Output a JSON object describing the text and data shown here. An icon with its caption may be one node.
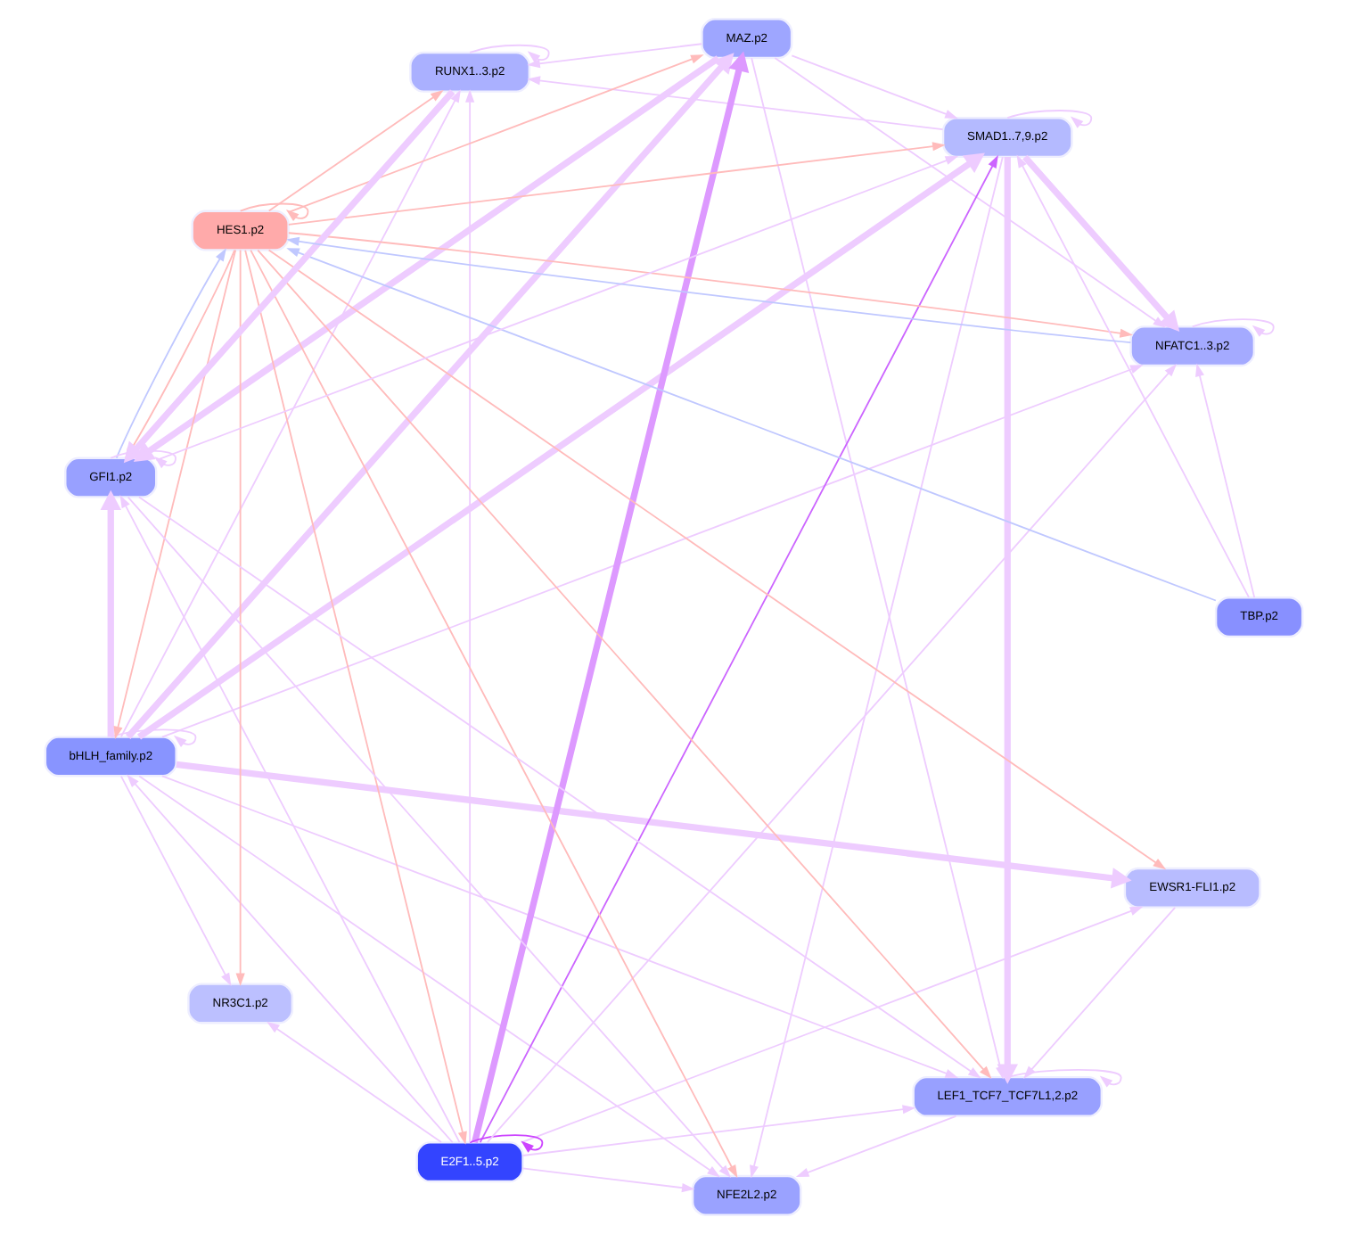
{
  "diagram": {
    "nodes": [
      {
        "text": [
          "bHLH_family.p2"
        ]
      },
      {
        "text": [
          "EWSR1-FLI1.p2"
        ]
      },
      {
        "text": [
          "MAZ.p2"
        ]
      },
      {
        "text": [
          "SMAD1..7,9.p2"
        ]
      },
      {
        "text": [
          "NR3C1.p2"
        ]
      },
      {
        "text": [
          "E2F1..5.p2"
        ]
      },
      {
        "text": [
          "HES1.p2"
        ]
      },
      {
        "text": [
          "NFE2L2.p2"
        ]
      },
      {
        "text": [
          "TBP.p2"
        ]
      },
      {
        "text": [
          "RUNX1..3.p2"
        ]
      },
      {
        "text": [
          "GFI1.p2"
        ]
      },
      {
        "text": [
          "LEF1_TCF7_TCF7L1,2.p2"
        ]
      },
      {
        "text": [
          "NFATC1..3.p2"
        ]
      }
    ],
    "edges": [
      {
        "from": 6,
        "to": 4,
        "arrow": "to",
        "color": "#ffbbbb"
      },
      {
        "from": 6,
        "to": 2,
        "arrow": "to",
        "color": "#ffbbbb"
      },
      {
        "from": 6,
        "to": 0,
        "arrow": "to",
        "color": "#ffbbbb"
      },
      {
        "from": 6,
        "to": 1,
        "arrow": "to",
        "color": "#ffbbbb"
      },
      {
        "from": 6,
        "to": 3,
        "arrow": "to",
        "color": "#ffbbbb"
      },
      {
        "from": 6,
        "to": 5,
        "arrow": "to",
        "color": "#ffbbbb"
      },
      {
        "from": 6,
        "to": 7,
        "arrow": "to",
        "color": "#ffbbbb"
      },
      {
        "from": 6,
        "to": 9,
        "arrow": "to",
        "color": "#ffbbbb"
      },
      {
        "from": 6,
        "to": 11,
        "arrow": "to",
        "color": "#ffbbbb"
      },
      {
        "from": 6,
        "to": 10,
        "arrow": "to",
        "color": "#ffbbbb"
      },
      {
        "from": 6,
        "to": 12,
        "arrow": "to",
        "color": "#ffbbbb"
      },
      {
        "from": 6,
        "to": 6,
        "arrow": "to",
        "color": "#ffbbbb"
      },
      {
        "from": 8,
        "to": 6,
        "arrow": "to",
        "color": "#c0c8ff"
      },
      {
        "from": 12,
        "to": 6,
        "arrow": "to",
        "color": "#c0c8ff"
      },
      {
        "from": 10,
        "to": 6,
        "arrow": "to",
        "color": "#c0c8ff"
      },
      {
        "from": 5,
        "to": 3,
        "arrow": "to",
        "color": "#cc66ff"
      },
      {
        "from": 5,
        "to": 5,
        "arrow": "to",
        "color": "#cc44ff"
      },
      {
        "from": 5,
        "to": 2,
        "arrow": "to",
        "style": "thick",
        "color": "#dd99ff"
      },
      {
        "from": 0,
        "to": 0,
        "arrow": "to"
      },
      {
        "from": 3,
        "to": 3,
        "arrow": "to"
      },
      {
        "from": 9,
        "to": 9,
        "arrow": "to"
      },
      {
        "from": 10,
        "to": 10,
        "arrow": "to"
      },
      {
        "from": 11,
        "to": 11,
        "arrow": "to"
      },
      {
        "from": 12,
        "to": 12,
        "arrow": "to"
      },
      {
        "from": 0,
        "to": 1,
        "arrow": "to",
        "style": "thick"
      },
      {
        "from": 0,
        "to": 2,
        "arrow": "to",
        "style": "thick"
      },
      {
        "from": 0,
        "to": 3,
        "arrow": "to",
        "style": "thick"
      },
      {
        "from": 0,
        "to": 4,
        "arrow": "to"
      },
      {
        "from": 0,
        "to": 7,
        "arrow": "to"
      },
      {
        "from": 0,
        "to": 9,
        "arrow": "to"
      },
      {
        "from": 0,
        "to": 11,
        "arrow": "to"
      },
      {
        "from": 0,
        "to": 12,
        "arrow": "to"
      },
      {
        "from": 0,
        "to": 10,
        "arrow": "to",
        "style": "thick"
      },
      {
        "from": 5,
        "to": 0,
        "arrow": "to"
      },
      {
        "from": 2,
        "to": 3,
        "arrow": "to"
      },
      {
        "from": 2,
        "to": 9,
        "arrow": "to"
      },
      {
        "from": 2,
        "to": 11,
        "arrow": "to"
      },
      {
        "from": 2,
        "to": 12,
        "arrow": "to"
      },
      {
        "from": 2,
        "to": 10,
        "arrow": "to",
        "style": "thick"
      },
      {
        "from": 5,
        "to": 4,
        "arrow": "to"
      },
      {
        "from": 5,
        "to": 7,
        "arrow": "to"
      },
      {
        "from": 5,
        "to": 9,
        "arrow": "to"
      },
      {
        "from": 5,
        "to": 11,
        "arrow": "to"
      },
      {
        "from": 5,
        "to": 12,
        "arrow": "to"
      },
      {
        "from": 5,
        "to": 10,
        "arrow": "to"
      },
      {
        "from": 5,
        "to": 1,
        "arrow": "to"
      },
      {
        "from": 3,
        "to": 7,
        "arrow": "to"
      },
      {
        "from": 3,
        "to": 9,
        "arrow": "to"
      },
      {
        "from": 3,
        "to": 11,
        "arrow": "to",
        "style": "thick"
      },
      {
        "from": 3,
        "to": 12,
        "arrow": "to",
        "style": "thick"
      },
      {
        "from": 10,
        "to": 3,
        "arrow": "to"
      },
      {
        "from": 1,
        "to": 11,
        "arrow": "to"
      },
      {
        "from": 8,
        "to": 3,
        "arrow": "to"
      },
      {
        "from": 8,
        "to": 12,
        "arrow": "to"
      },
      {
        "from": 9,
        "to": 10,
        "arrow": "to",
        "style": "thick"
      },
      {
        "from": 10,
        "to": 11,
        "arrow": "to"
      },
      {
        "from": 10,
        "to": 7,
        "arrow": "to"
      },
      {
        "from": 11,
        "to": 7,
        "arrow": "to"
      }
    ]
  }
}
